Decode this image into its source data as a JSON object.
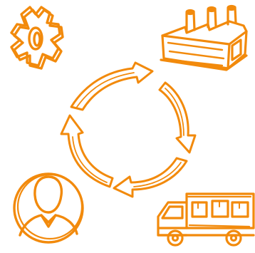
{
  "diagram": {
    "type": "cycle",
    "colors": {
      "stroke": "#f28a0c",
      "background": "#ffffff"
    },
    "nodes": [
      {
        "icon": "gear-icon"
      },
      {
        "icon": "factory-icon"
      },
      {
        "icon": "delivery-truck-icon"
      },
      {
        "icon": "user-avatar-icon"
      }
    ],
    "cycle_arrows": 4,
    "direction": "clockwise"
  }
}
